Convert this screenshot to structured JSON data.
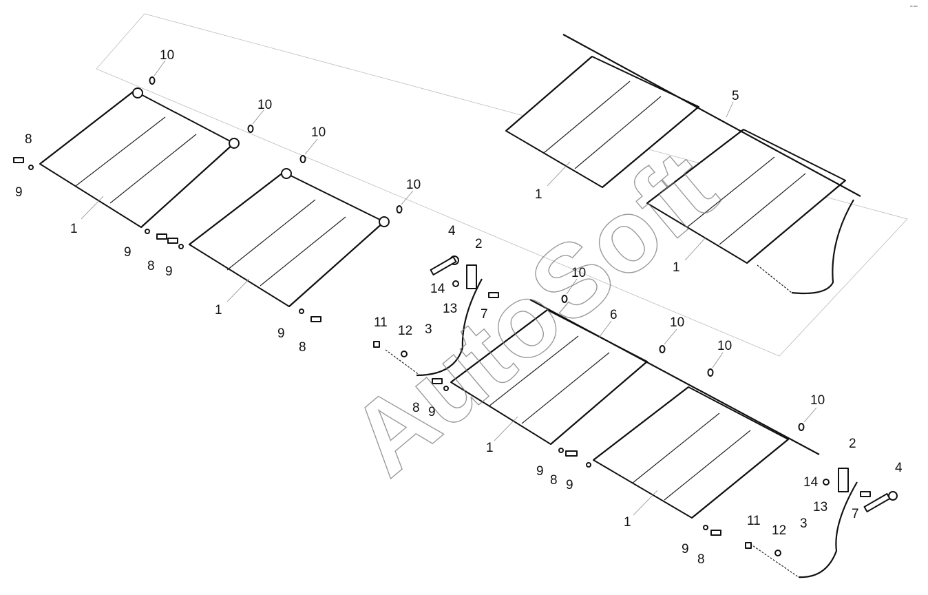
{
  "watermark": "AutoSoft",
  "corner_mark": "ᵃˢ ᵃᵃᵃ",
  "callouts": [
    "1",
    "2",
    "3",
    "4",
    "5",
    "6",
    "7",
    "8",
    "9",
    "10",
    "11",
    "12",
    "13",
    "14"
  ]
}
